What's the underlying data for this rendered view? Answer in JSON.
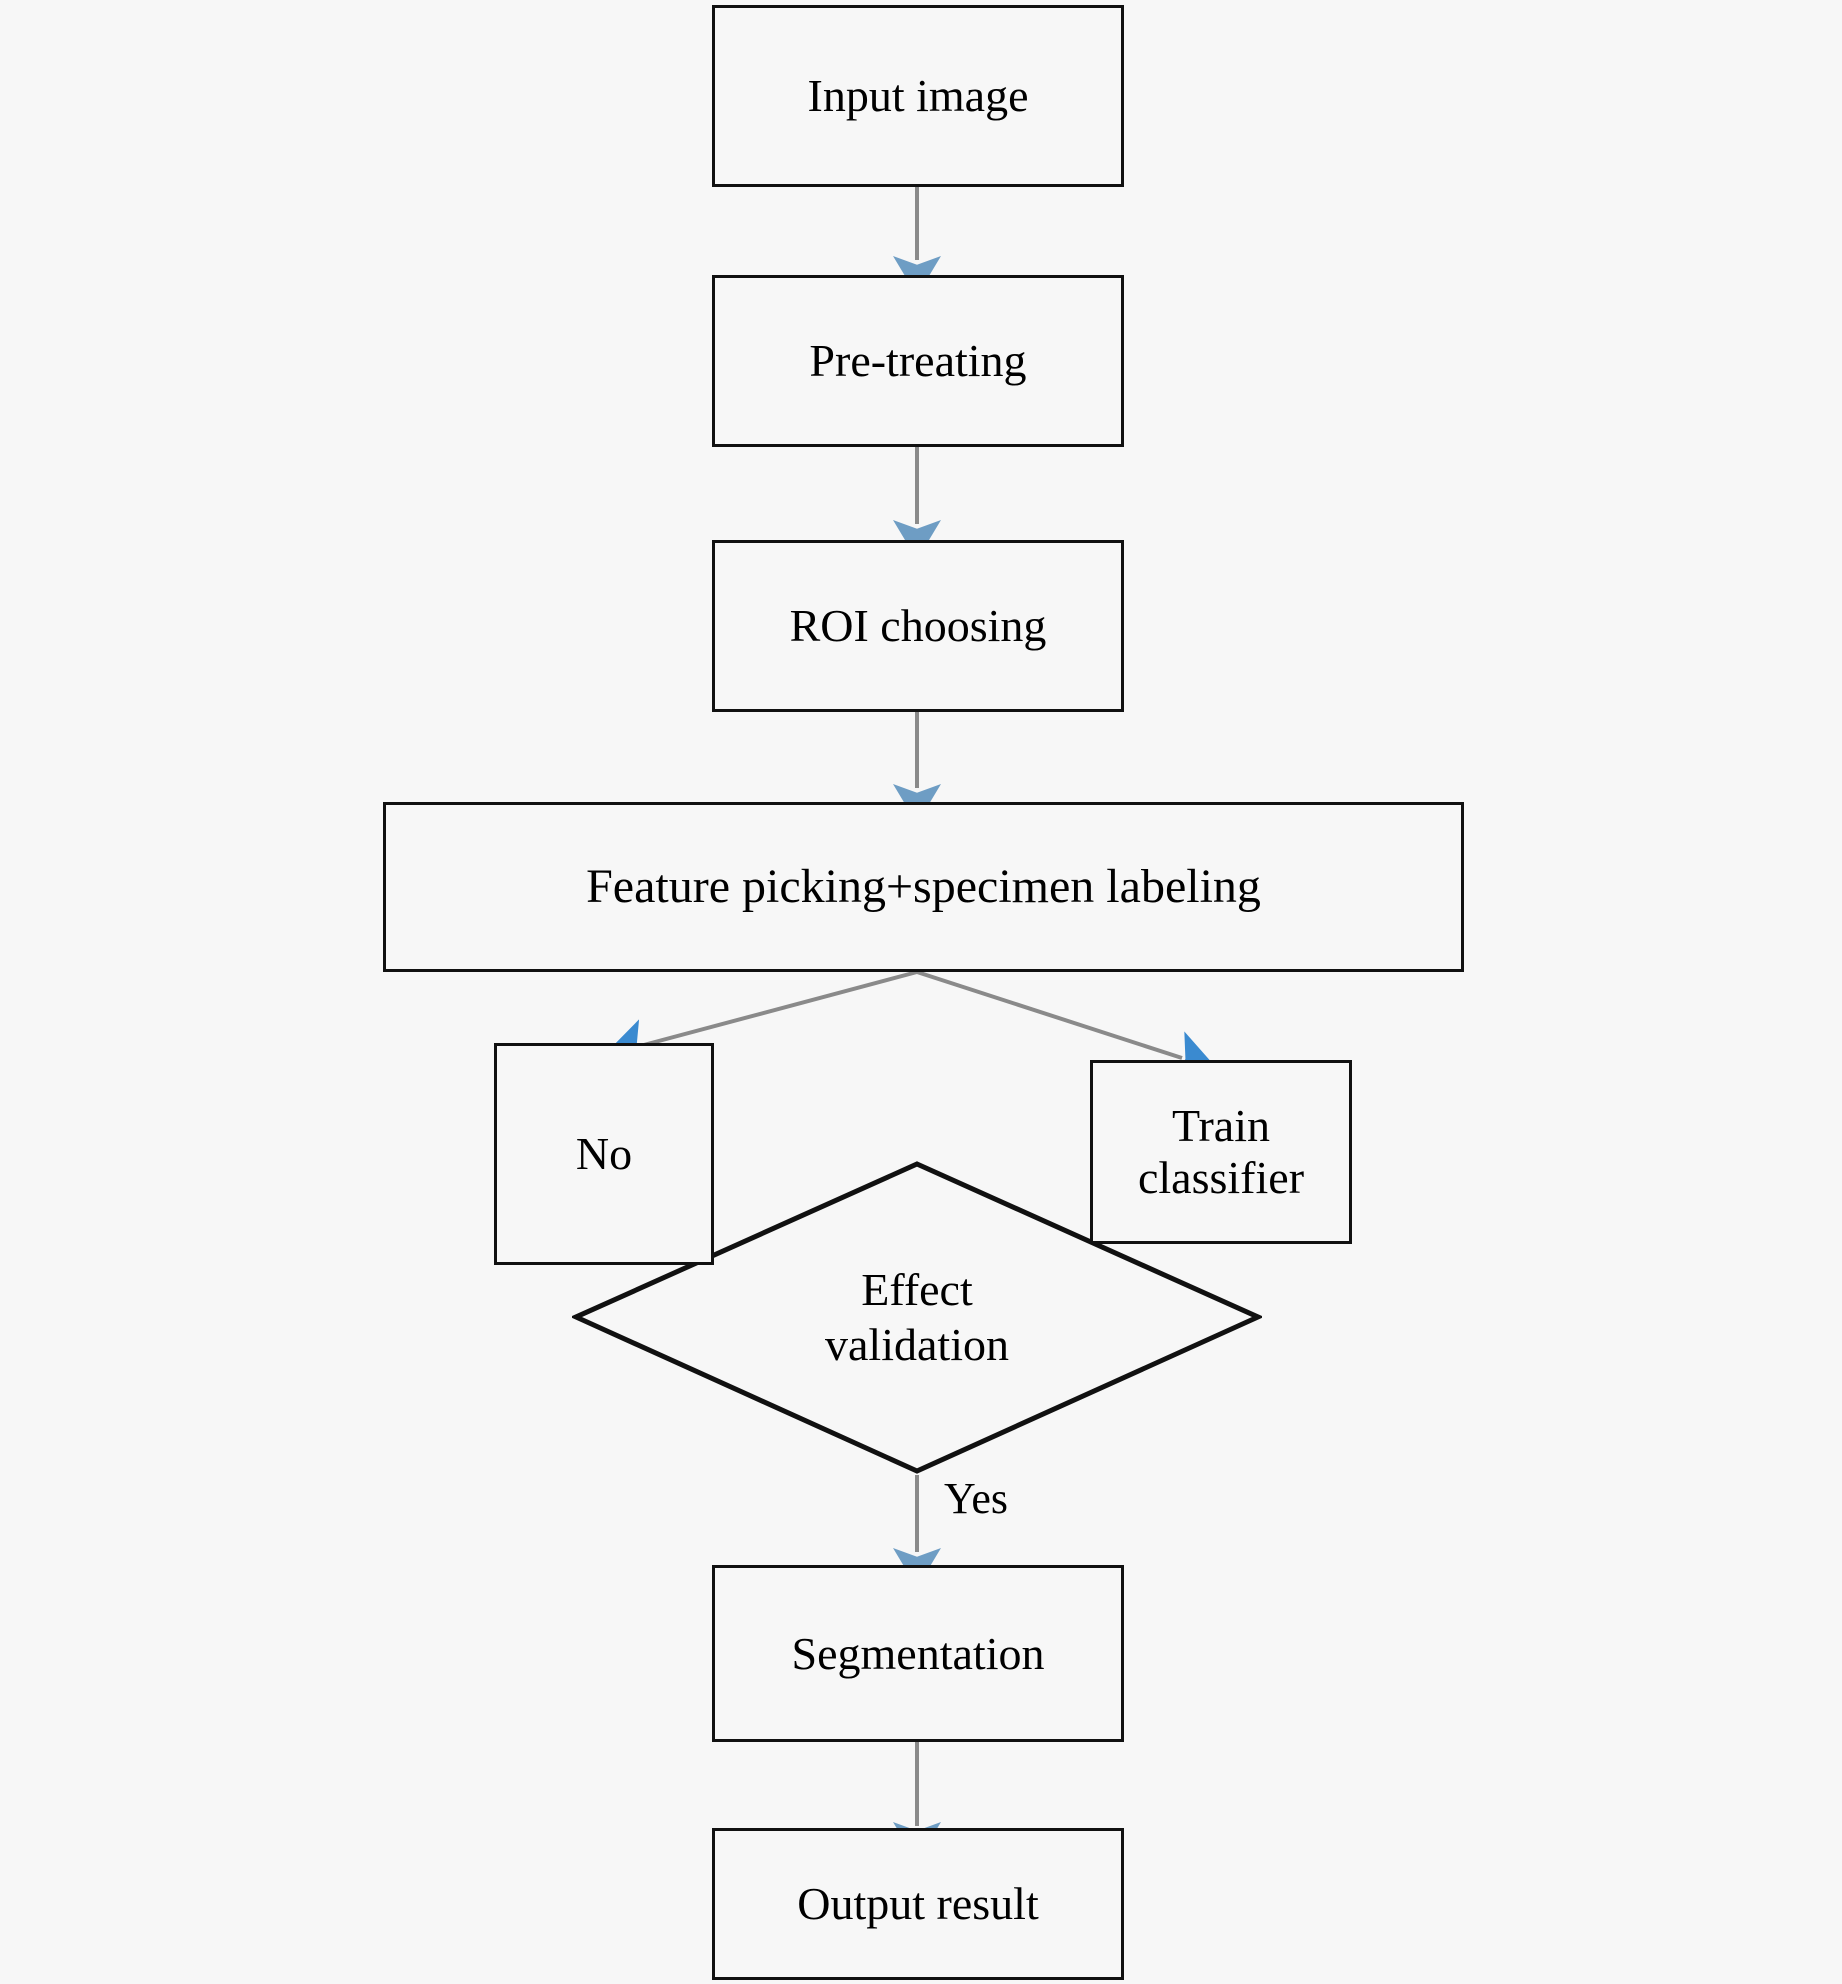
{
  "diagram": {
    "title": "Image segmentation workflow flowchart",
    "background_color": "#f7f7f7",
    "box_border_color": "#111111",
    "connector_line_color": "#8a8a8a",
    "arrowhead_color": "#6e9dc4",
    "diamond_border_color": "#111111"
  },
  "nodes": {
    "input_image": {
      "label": "Input image",
      "font_size": "46px"
    },
    "pre_treating": {
      "label": "Pre-treating",
      "font_size": "46px"
    },
    "roi_choosing": {
      "label": "ROI choosing",
      "font_size": "46px"
    },
    "feature_picking": {
      "label": "Feature picking+specimen labeling",
      "font_size": "48px"
    },
    "no_box": {
      "label": "No",
      "font_size": "46px"
    },
    "train_classifier": {
      "label": "Train\nclassifier",
      "font_size": "46px"
    },
    "effect_validation": {
      "label": "Effect\nvalidation",
      "font_size": "46px"
    },
    "segmentation": {
      "label": "Segmentation",
      "font_size": "46px"
    },
    "output_result": {
      "label": "Output result",
      "font_size": "46px"
    }
  },
  "edge_labels": {
    "yes": "Yes",
    "yes_font_size": "44px"
  }
}
